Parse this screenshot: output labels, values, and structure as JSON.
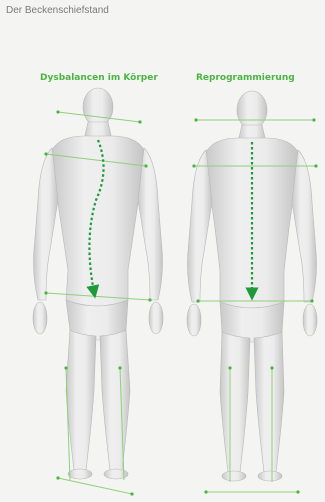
{
  "page": {
    "title": "Der Beckenschiefstand"
  },
  "figures": [
    {
      "label": "Dysbalancen im Körper"
    },
    {
      "label": "Reprogrammierung"
    }
  ],
  "colors": {
    "accent": "#4bb543",
    "arrow": "#1e9a3a",
    "line": "#8fcf7a",
    "body": "#dcdcdc",
    "title": "#7a7a7a"
  }
}
